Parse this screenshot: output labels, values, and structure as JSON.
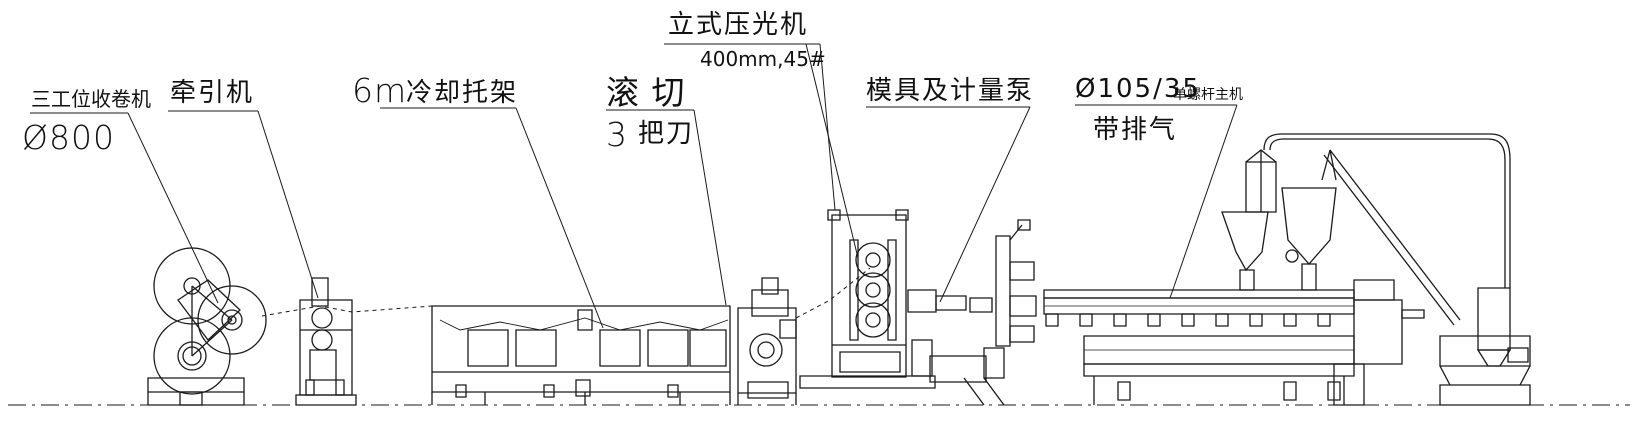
{
  "labels": {
    "winder_title": "三工位收卷机",
    "winder_size": "Ø800",
    "haul_off": "牵引机",
    "cooling_length": "6m",
    "cooling_name": "冷却托架",
    "cutter_title": "滚 切",
    "cutter_blades_num": "3",
    "cutter_blades_unit": "把刀",
    "calender_title": "立式压光机",
    "calender_spec": "400mm,45#",
    "die_pump": "模具及计量泵",
    "extruder_spec": "Ø105/35",
    "extruder_type": "单螺杆主机",
    "extruder_vent": "带排气"
  },
  "colors": {
    "ink": "#1a1a1a",
    "paper": "#ffffff"
  }
}
